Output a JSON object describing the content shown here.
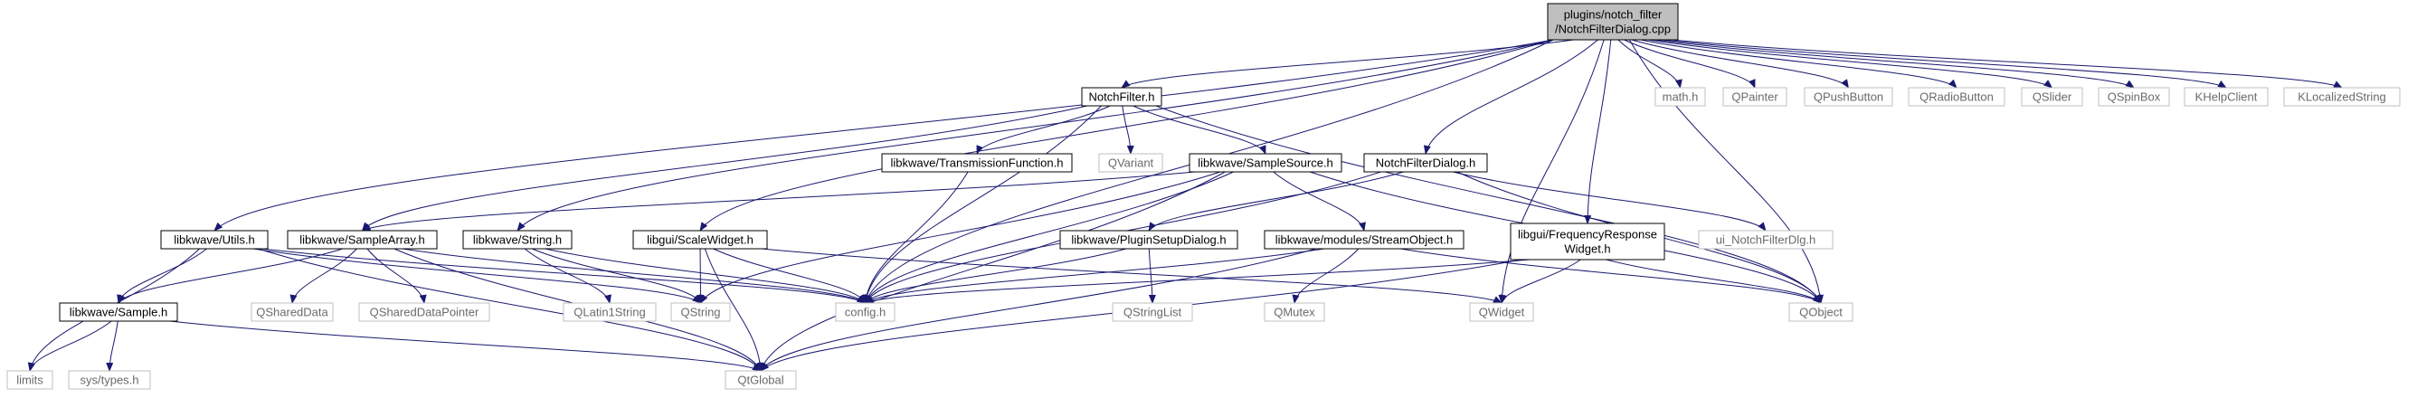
{
  "colors": {
    "edge": "#191970",
    "root_fill": "#bfbfbf",
    "file_fill": "#ffffff",
    "file_stroke": "#000000",
    "ext_stroke": "#bfbfbf",
    "ext_text": "#6a6a6a"
  },
  "nodes": [
    {
      "id": "root",
      "lines": [
        "plugins/notch_filter",
        "/NotchFilterDialog.cpp"
      ],
      "kind": "root"
    },
    {
      "id": "notchfilter_h",
      "lines": [
        "NotchFilter.h"
      ],
      "kind": "file"
    },
    {
      "id": "math_h",
      "lines": [
        "math.h"
      ],
      "kind": "ext"
    },
    {
      "id": "qpainter",
      "lines": [
        "QPainter"
      ],
      "kind": "ext"
    },
    {
      "id": "qpushbutton",
      "lines": [
        "QPushButton"
      ],
      "kind": "ext"
    },
    {
      "id": "qradiobutton",
      "lines": [
        "QRadioButton"
      ],
      "kind": "ext"
    },
    {
      "id": "qslider",
      "lines": [
        "QSlider"
      ],
      "kind": "ext"
    },
    {
      "id": "qspinbox",
      "lines": [
        "QSpinBox"
      ],
      "kind": "ext"
    },
    {
      "id": "khelpclient",
      "lines": [
        "KHelpClient"
      ],
      "kind": "ext"
    },
    {
      "id": "klocalizedstring",
      "lines": [
        "KLocalizedString"
      ],
      "kind": "ext"
    },
    {
      "id": "transmission_h",
      "lines": [
        "libkwave/TransmissionFunction.h"
      ],
      "kind": "file"
    },
    {
      "id": "qvariant",
      "lines": [
        "QVariant"
      ],
      "kind": "ext"
    },
    {
      "id": "samplesource_h",
      "lines": [
        "libkwave/SampleSource.h"
      ],
      "kind": "file"
    },
    {
      "id": "notchfilterdialog_h",
      "lines": [
        "NotchFilterDialog.h"
      ],
      "kind": "file"
    },
    {
      "id": "utils_h",
      "lines": [
        "libkwave/Utils.h"
      ],
      "kind": "file"
    },
    {
      "id": "samplearray_h",
      "lines": [
        "libkwave/SampleArray.h"
      ],
      "kind": "file"
    },
    {
      "id": "string_h",
      "lines": [
        "libkwave/String.h"
      ],
      "kind": "file"
    },
    {
      "id": "scalewidget_h",
      "lines": [
        "libgui/ScaleWidget.h"
      ],
      "kind": "file"
    },
    {
      "id": "pluginsetup_h",
      "lines": [
        "libkwave/PluginSetupDialog.h"
      ],
      "kind": "file"
    },
    {
      "id": "streamobject_h",
      "lines": [
        "libkwave/modules/StreamObject.h"
      ],
      "kind": "file"
    },
    {
      "id": "freqresp_h",
      "lines": [
        "libgui/FrequencyResponse",
        "Widget.h"
      ],
      "kind": "file"
    },
    {
      "id": "ui_notch",
      "lines": [
        "ui_NotchFilterDlg.h"
      ],
      "kind": "ext"
    },
    {
      "id": "sample_h",
      "lines": [
        "libkwave/Sample.h"
      ],
      "kind": "file"
    },
    {
      "id": "qshareddata",
      "lines": [
        "QSharedData"
      ],
      "kind": "ext"
    },
    {
      "id": "qshareddatapointer",
      "lines": [
        "QSharedDataPointer"
      ],
      "kind": "ext"
    },
    {
      "id": "qlatin1string",
      "lines": [
        "QLatin1String"
      ],
      "kind": "ext"
    },
    {
      "id": "qstring",
      "lines": [
        "QString"
      ],
      "kind": "ext"
    },
    {
      "id": "config_h",
      "lines": [
        "config.h"
      ],
      "kind": "ext"
    },
    {
      "id": "qstringlist",
      "lines": [
        "QStringList"
      ],
      "kind": "ext"
    },
    {
      "id": "qmutex",
      "lines": [
        "QMutex"
      ],
      "kind": "ext"
    },
    {
      "id": "qwidget",
      "lines": [
        "QWidget"
      ],
      "kind": "ext"
    },
    {
      "id": "qobject",
      "lines": [
        "QObject"
      ],
      "kind": "ext"
    },
    {
      "id": "limits",
      "lines": [
        "limits"
      ],
      "kind": "ext"
    },
    {
      "id": "systypes_h",
      "lines": [
        "sys/types.h"
      ],
      "kind": "ext"
    },
    {
      "id": "qtglobal",
      "lines": [
        "QtGlobal"
      ],
      "kind": "ext"
    }
  ],
  "edges": [
    [
      "root",
      "notchfilter_h"
    ],
    [
      "root",
      "math_h"
    ],
    [
      "root",
      "qpainter"
    ],
    [
      "root",
      "qpushbutton"
    ],
    [
      "root",
      "qradiobutton"
    ],
    [
      "root",
      "qslider"
    ],
    [
      "root",
      "qspinbox"
    ],
    [
      "root",
      "khelpclient"
    ],
    [
      "root",
      "klocalizedstring"
    ],
    [
      "root",
      "utils_h"
    ],
    [
      "root",
      "string_h"
    ],
    [
      "root",
      "scalewidget_h"
    ],
    [
      "root",
      "config_h"
    ],
    [
      "root",
      "notchfilterdialog_h"
    ],
    [
      "root",
      "freqresp_h"
    ],
    [
      "root",
      "qwidget"
    ],
    [
      "root",
      "qobject"
    ],
    [
      "notchfilter_h",
      "transmission_h"
    ],
    [
      "notchfilter_h",
      "qvariant"
    ],
    [
      "notchfilter_h",
      "samplesource_h"
    ],
    [
      "notchfilter_h",
      "samplearray_h"
    ],
    [
      "notchfilter_h",
      "config_h"
    ],
    [
      "notchfilter_h",
      "qobject"
    ],
    [
      "transmission_h",
      "config_h"
    ],
    [
      "samplesource_h",
      "samplearray_h"
    ],
    [
      "samplesource_h",
      "streamobject_h"
    ],
    [
      "samplesource_h",
      "qstring"
    ],
    [
      "samplesource_h",
      "config_h"
    ],
    [
      "samplesource_h",
      "qtglobal"
    ],
    [
      "samplesource_h",
      "qobject"
    ],
    [
      "notchfilterdialog_h",
      "pluginsetup_h"
    ],
    [
      "notchfilterdialog_h",
      "ui_notch"
    ],
    [
      "notchfilterdialog_h",
      "config_h"
    ],
    [
      "notchfilterdialog_h",
      "qobject"
    ],
    [
      "utils_h",
      "sample_h"
    ],
    [
      "utils_h",
      "limits"
    ],
    [
      "utils_h",
      "qstring"
    ],
    [
      "utils_h",
      "config_h"
    ],
    [
      "utils_h",
      "qtglobal"
    ],
    [
      "samplearray_h",
      "sample_h"
    ],
    [
      "samplearray_h",
      "qshareddata"
    ],
    [
      "samplearray_h",
      "qshareddatapointer"
    ],
    [
      "samplearray_h",
      "config_h"
    ],
    [
      "samplearray_h",
      "qtglobal"
    ],
    [
      "string_h",
      "qlatin1string"
    ],
    [
      "string_h",
      "qstring"
    ],
    [
      "string_h",
      "config_h"
    ],
    [
      "scalewidget_h",
      "qstring"
    ],
    [
      "scalewidget_h",
      "config_h"
    ],
    [
      "scalewidget_h",
      "qwidget"
    ],
    [
      "scalewidget_h",
      "qtglobal"
    ],
    [
      "pluginsetup_h",
      "qstringlist"
    ],
    [
      "pluginsetup_h",
      "config_h"
    ],
    [
      "streamobject_h",
      "qmutex"
    ],
    [
      "streamobject_h",
      "config_h"
    ],
    [
      "streamobject_h",
      "qobject"
    ],
    [
      "streamobject_h",
      "qtglobal"
    ],
    [
      "freqresp_h",
      "qwidget"
    ],
    [
      "freqresp_h",
      "qobject"
    ],
    [
      "freqresp_h",
      "config_h"
    ],
    [
      "freqresp_h",
      "qtglobal"
    ],
    [
      "sample_h",
      "limits"
    ],
    [
      "sample_h",
      "systypes_h"
    ],
    [
      "sample_h",
      "qtglobal"
    ]
  ]
}
